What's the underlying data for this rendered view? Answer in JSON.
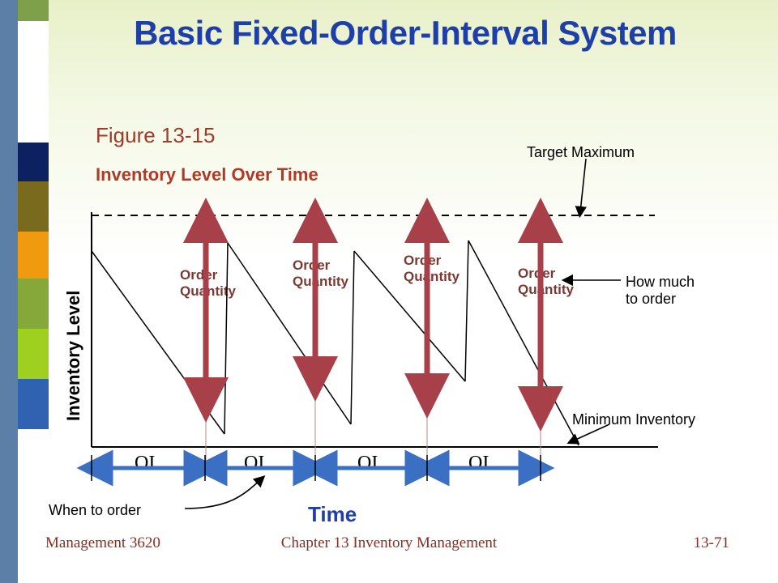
{
  "slide": {
    "title": "Basic Fixed-Order-Interval System",
    "figure_label": "Figure 13-15",
    "subtitle": "Inventory Level Over Time",
    "y_axis_label": "Inventory Level",
    "x_axis_label": "Time",
    "annotations": {
      "target_maximum": "Target Maximum",
      "how_much_to_order_line1": "How much",
      "how_much_to_order_line2": "to order",
      "minimum_inventory": "Minimum Inventory",
      "when_to_order": "When to order"
    },
    "order_quantity_labels": [
      {
        "line1": "Order",
        "line2": "Quantity"
      },
      {
        "line1": "Order",
        "line2": "Quantity"
      },
      {
        "line1": "Order",
        "line2": "Quantity"
      },
      {
        "line1": "Order",
        "line2": "Quantity"
      }
    ],
    "interval_labels": [
      "OI",
      "OI",
      "OI",
      "OI"
    ],
    "colors": {
      "title": "#1f3fa8",
      "figure_label": "#a03a2a",
      "subtitle": "#b03a28",
      "arrow_red": "#a8404a",
      "interval_arrow_blue": "#3b6fc4",
      "footer": "#8a2e1f"
    }
  },
  "footer": {
    "left": "Management 3620",
    "center": "Chapter 13 Inventory Management",
    "right": "13-71"
  }
}
